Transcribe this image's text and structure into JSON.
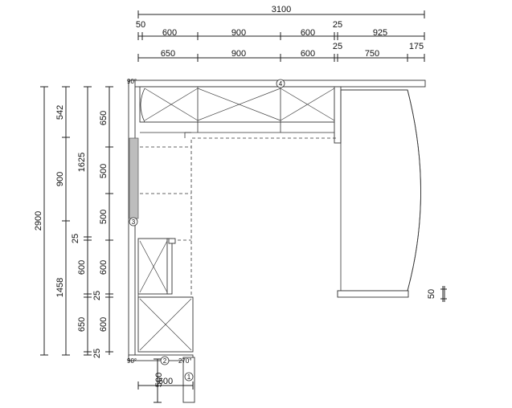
{
  "top_dims": {
    "total": "3100",
    "row1_left": "50",
    "row1": [
      "600",
      "900",
      "600",
      "925"
    ],
    "row1_gap": "25",
    "row2": [
      "650",
      "900",
      "600",
      "750",
      "175"
    ],
    "row2_gap": "25"
  },
  "left_dims": {
    "total": "2900",
    "col2": [
      "542",
      "900",
      "1458"
    ],
    "col3": [
      "1625",
      "25",
      "600",
      "25",
      "650",
      "25"
    ],
    "col4": [
      "650",
      "500",
      "500",
      "600",
      "600"
    ]
  },
  "right_dims": {
    "bar_depth": "50"
  },
  "bottom_dims": {
    "depth": "500",
    "width": "600"
  },
  "angles": {
    "top_left": "90°",
    "bottom_left": "90°",
    "bottom_corner": "270°"
  },
  "markers": [
    "1",
    "2",
    "3",
    "4"
  ]
}
